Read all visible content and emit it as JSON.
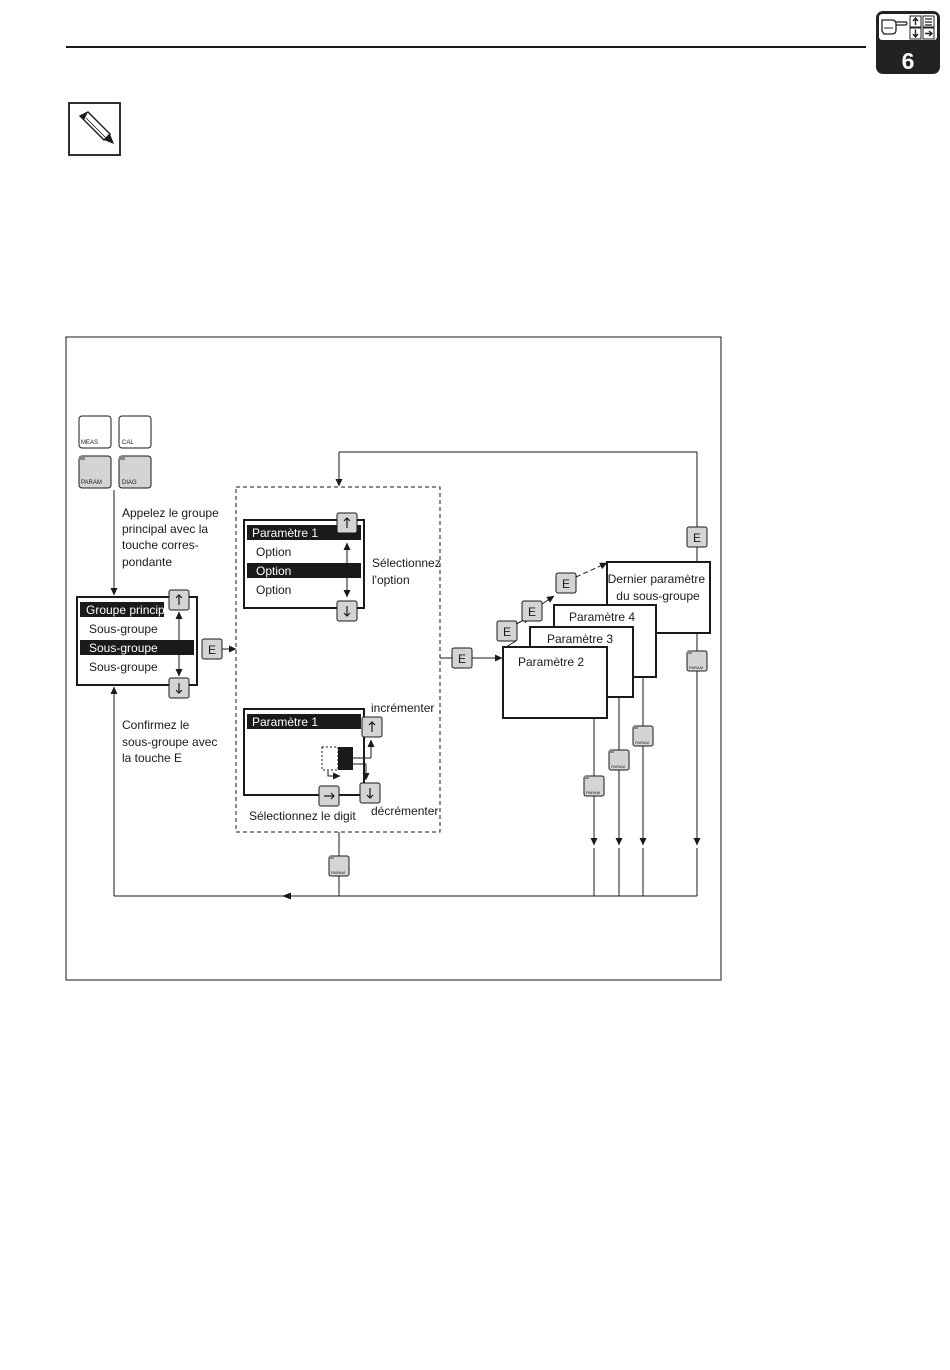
{
  "chapter": {
    "number": "6"
  },
  "keys": {
    "meas": "MEAS",
    "cal": "CAL",
    "param": "PARAM",
    "diag": "DIAG",
    "e": "E"
  },
  "instructions": {
    "call_main_group": [
      "Appelez le groupe",
      "principal avec la",
      "touche corres-",
      "pondante"
    ],
    "confirm_subgroup": [
      "Confirmez le",
      "sous-groupe avec",
      "la touche E"
    ],
    "select_option": [
      "Sélectionnez",
      "l'option"
    ],
    "select_digit": "Sélectionnez le digit",
    "increment": "incrémenter",
    "decrement": "décrémenter"
  },
  "main_menu": {
    "title": "Groupe principal",
    "items": [
      "Sous-groupe",
      "Sous-groupe",
      "Sous-groupe"
    ]
  },
  "option_menu": {
    "title": "Paramètre 1",
    "items": [
      "Option",
      "Option",
      "Option"
    ]
  },
  "digit_menu": {
    "title": "Paramètre 1"
  },
  "param_stack": {
    "last": [
      "Dernier paramètre",
      "du sous-groupe"
    ],
    "p4": "Paramètre 4",
    "p3": "Paramètre 3",
    "p2": "Paramètre 2"
  }
}
